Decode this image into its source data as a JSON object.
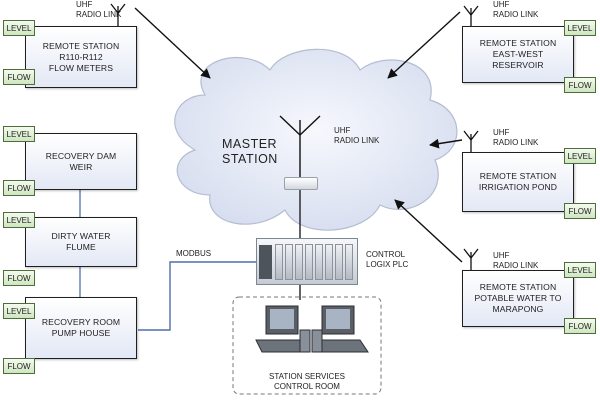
{
  "master": {
    "label": "MASTER\nSTATION",
    "radio_label": "UHF\nRADIO LINK"
  },
  "plc": {
    "label": "CONTROL\nLOGIX PLC",
    "link_label": "MODBUS"
  },
  "control_room": {
    "label": "STATION SERVICES\nCONTROL ROOM"
  },
  "tags": {
    "level": "LEVEL",
    "flow": "FLOW"
  },
  "left_stations": [
    {
      "name": "REMOTE STATION\nR110-R112\nFLOW METERS",
      "radio_label": "UHF\nRADIO LINK"
    },
    {
      "name": "RECOVERY DAM\nWEIR"
    },
    {
      "name": "DIRTY WATER\nFLUME"
    },
    {
      "name": "RECOVERY ROOM\nPUMP HOUSE"
    }
  ],
  "right_stations": [
    {
      "name": "REMOTE STATION\nEAST-WEST\nRESERVOIR",
      "radio_label": "UHF\nRADIO LINK"
    },
    {
      "name": "REMOTE STATION\nIRRIGATION POND",
      "radio_label": "UHF\nRADIO LINK"
    },
    {
      "name": "REMOTE STATION\nPOTABLE WATER TO\nMARAPONG",
      "radio_label": "UHF\nRADIO LINK"
    }
  ],
  "colors": {
    "station_fill": "#e3e8f5",
    "tag_fill": "#cfe6c1",
    "cloud_fill": "#e4e9f6",
    "link_line": "#4f6fa8"
  }
}
